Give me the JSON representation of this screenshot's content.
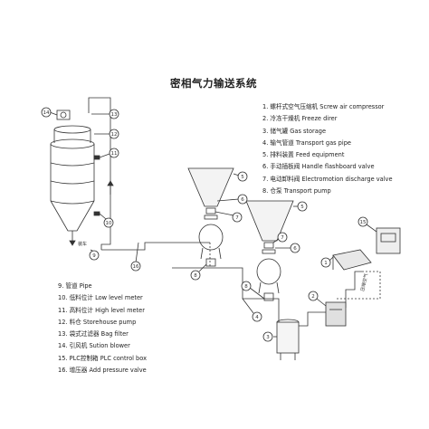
{
  "diagram": {
    "title": "密相气力输送系统",
    "outlet_label": "装车",
    "pipe_label": "压缩空气",
    "legend_right": [
      {
        "num": "1",
        "zh": "螺杆式空气压缩机",
        "en": "Screw air compressor"
      },
      {
        "num": "2",
        "zh": "冷冻干燥机",
        "en": "Freeze direr"
      },
      {
        "num": "3",
        "zh": "储气罐",
        "en": "Gas storage"
      },
      {
        "num": "4",
        "zh": "输气管道",
        "en": "Transport gas pipe"
      },
      {
        "num": "5",
        "zh": "排料装置",
        "en": "Feed equipment"
      },
      {
        "num": "6",
        "zh": "手动插板阀",
        "en": "Handle flashboard valve"
      },
      {
        "num": "7",
        "zh": "电动卸料阀",
        "en": "Electromotion discharge valve"
      },
      {
        "num": "8",
        "zh": "仓泵",
        "en": "Transport pump"
      }
    ],
    "legend_left": [
      {
        "num": "9",
        "zh": "管道",
        "en": "Pipe"
      },
      {
        "num": "10",
        "zh": "低料位计",
        "en": "Low level meter"
      },
      {
        "num": "11",
        "zh": "高料位计",
        "en": "High level meter"
      },
      {
        "num": "12",
        "zh": "料仓",
        "en": "Storehouse pump"
      },
      {
        "num": "13",
        "zh": "袋式过滤器",
        "en": "Bag filter"
      },
      {
        "num": "14",
        "zh": "引风机",
        "en": "Sution blower"
      },
      {
        "num": "15",
        "zh": "PLC控制箱",
        "en": "PLC control box"
      },
      {
        "num": "16",
        "zh": "增压器",
        "en": "Add pressure valve"
      }
    ],
    "callouts": [
      "14",
      "13",
      "12",
      "11",
      "10",
      "9",
      "16",
      "5",
      "6",
      "7",
      "8",
      "5",
      "6",
      "7",
      "8",
      "15",
      "1",
      "2",
      "3",
      "4"
    ]
  }
}
